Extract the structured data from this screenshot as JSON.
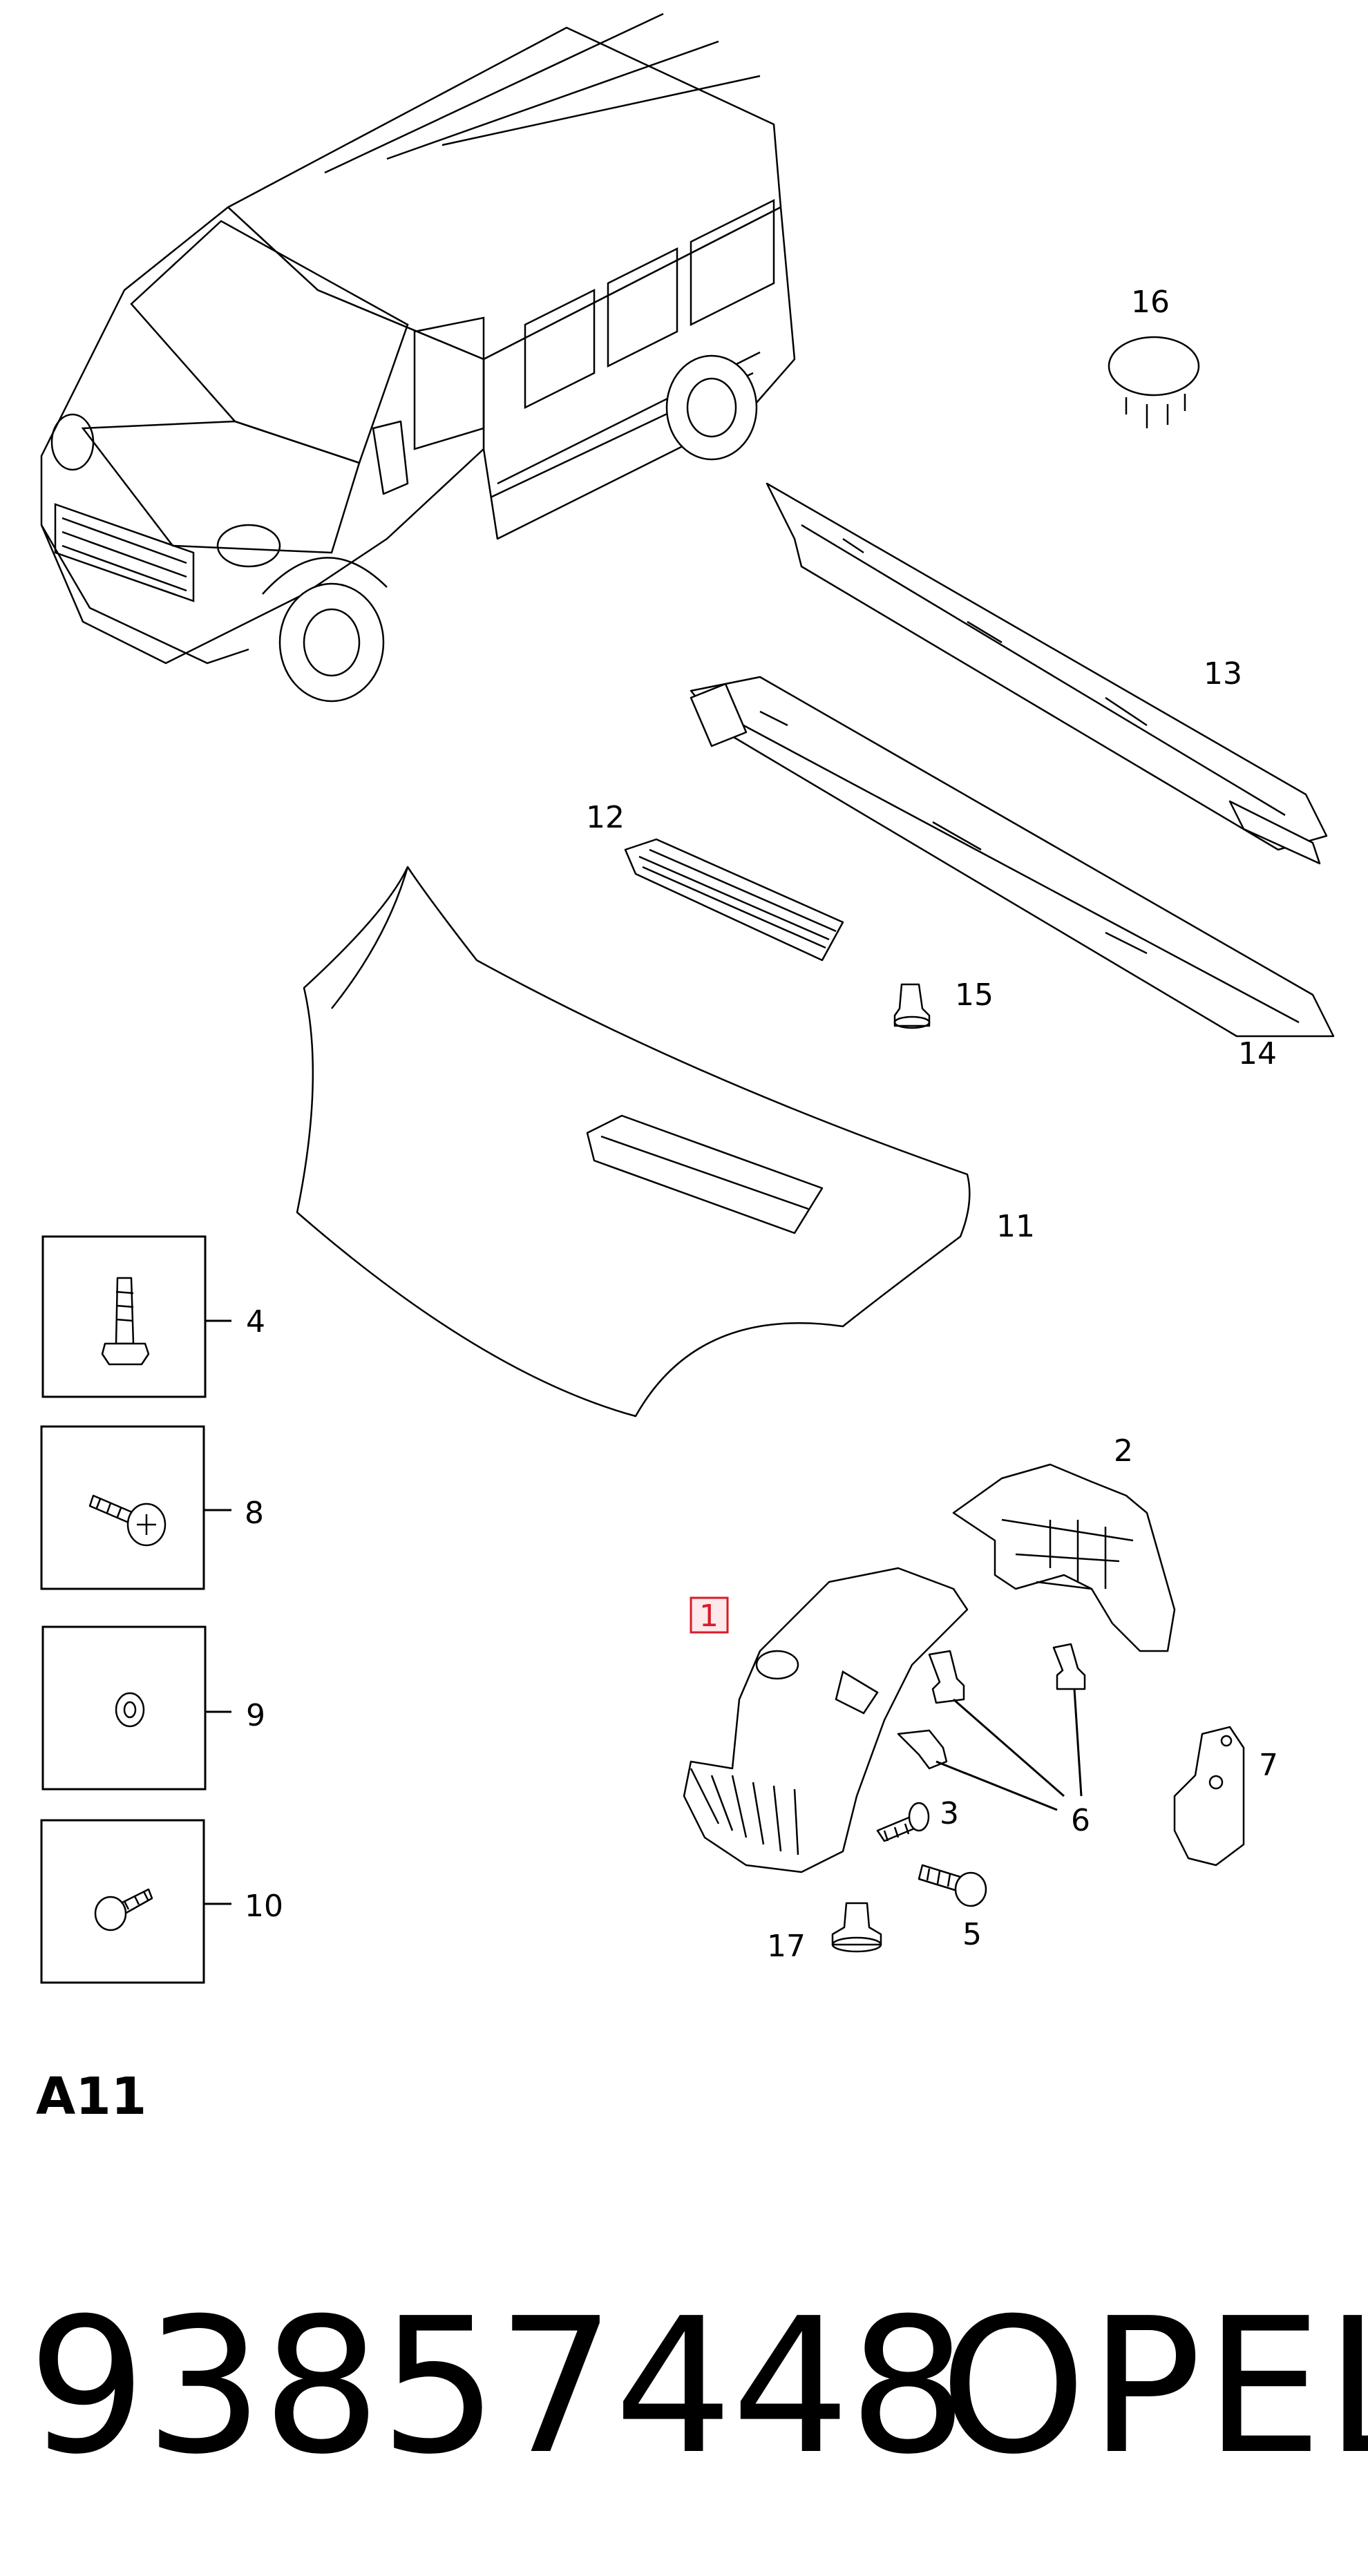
{
  "callouts": {
    "c1": "1",
    "c2": "2",
    "c3": "3",
    "c4": "4",
    "c5": "5",
    "c6": "6",
    "c7": "7",
    "c8": "8",
    "c9": "9",
    "c10": "10",
    "c11": "11",
    "c12": "12",
    "c13": "13",
    "c14": "14",
    "c15": "15",
    "c16": "16",
    "c17": "17"
  },
  "section_code": "A11",
  "part_number": "93857448",
  "brand": "OPEL",
  "colors": {
    "highlight_border": "#d81b2a",
    "highlight_fill": "#fde8ea",
    "line": "#000000"
  }
}
